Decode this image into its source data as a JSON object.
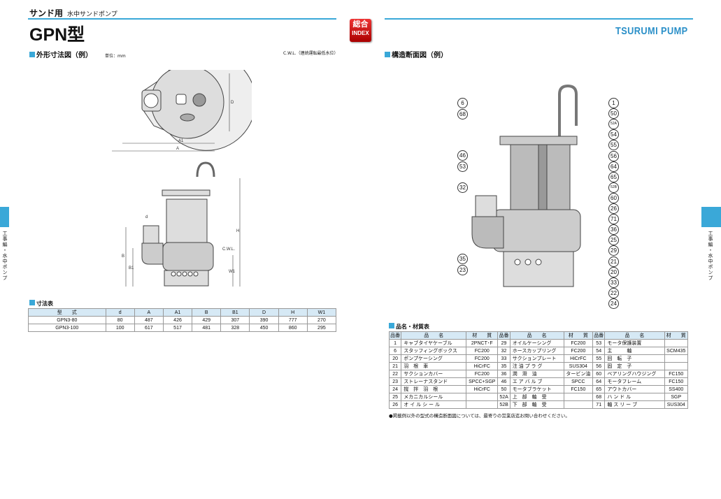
{
  "header": {
    "category": "サンド用",
    "subtitle": "水中サンドポンプ",
    "model": "GPN型",
    "index_badge_top": "総合",
    "index_badge_bottom": "INDEX",
    "logo": "TSURUMI PUMP"
  },
  "side_tab": {
    "label": "工事編・水中ポンプ"
  },
  "left": {
    "section_title": "外形寸法図（例）",
    "unit": "単位：mm",
    "cwl_note": "C.W.L.（連続運転最低水位）",
    "drawing_labels": {
      "D": "D",
      "A1": "A1",
      "A": "A",
      "d": "d",
      "H": "H",
      "B": "B",
      "B1": "B1",
      "W1": "W1",
      "CWL": "C.W.L."
    },
    "dim_table": {
      "title": "寸法表",
      "headers": [
        "型　　式",
        "d",
        "A",
        "A1",
        "B",
        "B1",
        "D",
        "H",
        "W1"
      ],
      "rows": [
        [
          "GPN3-80",
          "80",
          "487",
          "426",
          "429",
          "307",
          "390",
          "777",
          "270"
        ],
        [
          "GPN3-100",
          "100",
          "617",
          "517",
          "481",
          "328",
          "450",
          "860",
          "295"
        ]
      ]
    }
  },
  "right": {
    "section_title": "構造断面図（例）",
    "callouts_left": [
      "6",
      "68",
      "46",
      "53",
      "32",
      "35",
      "23"
    ],
    "callouts_right": [
      "1",
      "50",
      "52A",
      "54",
      "55",
      "56",
      "64",
      "65",
      "52B",
      "60",
      "26",
      "71",
      "36",
      "25",
      "29",
      "21",
      "20",
      "33",
      "22",
      "24"
    ],
    "parts_table": {
      "title": "品名・材質表",
      "headers": [
        "品番",
        "品　　名",
        "材　　質",
        "品番",
        "品　　名",
        "材　　質",
        "品番",
        "品　　名",
        "材　　質"
      ],
      "rows": [
        [
          "1",
          "キャブタイヤケーブル",
          "2PNCT･F",
          "29",
          "オイルケーシング",
          "FC200",
          "53",
          "モータ保護装置",
          ""
        ],
        [
          "6",
          "スタッフィングボックス",
          "FC200",
          "32",
          "ホースカップリング",
          "FC200",
          "54",
          "主　　　軸",
          "SCM435"
        ],
        [
          "20",
          "ポンプケーシング",
          "FC200",
          "33",
          "サクションプレート",
          "HiCrFC",
          "55",
          "回　転　子",
          ""
        ],
        [
          "21",
          "羽　根　車",
          "HiCrFC",
          "35",
          "注 油 プ ラ グ",
          "SUS304",
          "56",
          "固　定　子",
          ""
        ],
        [
          "22",
          "サクションカバー",
          "FC200",
          "36",
          "潤　滑　油",
          "タービン油",
          "60",
          "ベアリングハウジング",
          "FC150"
        ],
        [
          "23",
          "ストレーナスタンド",
          "SPCC+SGP",
          "46",
          "エ ア バ ル ブ",
          "SPCC",
          "64",
          "モータフレーム",
          "FC150"
        ],
        [
          "24",
          "撹　拌　羽　根",
          "HiCrFC",
          "50",
          "モータブラケット",
          "FC150",
          "65",
          "アウトカバー",
          "SS400"
        ],
        [
          "25",
          "メカニカルシール",
          "",
          "52A",
          "上　部　軸　受",
          "",
          "68",
          "ハ ン ド ル",
          "SGP"
        ],
        [
          "26",
          "オ イ ル シ ー ル",
          "",
          "52B",
          "下　部　軸　受",
          "",
          "71",
          "軸 ス リ ー ブ",
          "SUS304"
        ]
      ]
    },
    "note": "●掲載例以外の型式の構造断面図については、最寄りの営業店迄お問い合わせください。"
  }
}
